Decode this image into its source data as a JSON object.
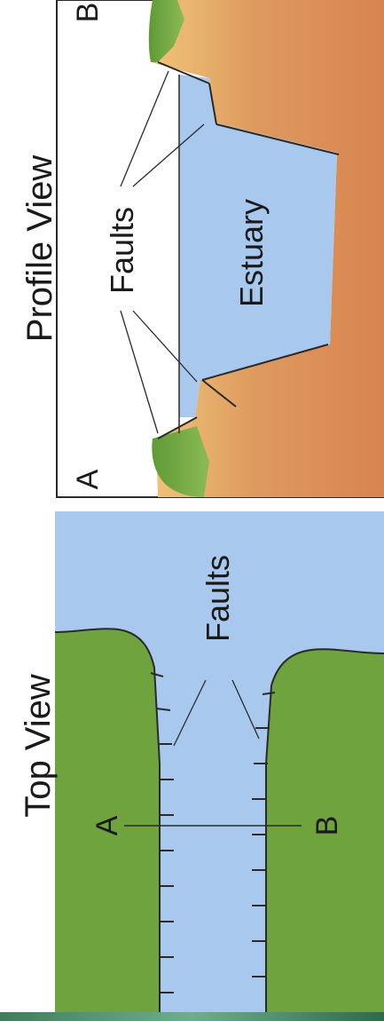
{
  "profile": {
    "title": "Profile View",
    "point_a": "A",
    "point_b": "B",
    "faults_label": "Faults",
    "estuary_label": "Estuary"
  },
  "top": {
    "title": "Top View",
    "point_a": "A",
    "point_b": "B",
    "faults_label": "Faults"
  },
  "colors": {
    "water": "#a9c8ee",
    "land": "#6fa33e",
    "rock": "#d9925a",
    "outline": "#2a2a2a"
  }
}
